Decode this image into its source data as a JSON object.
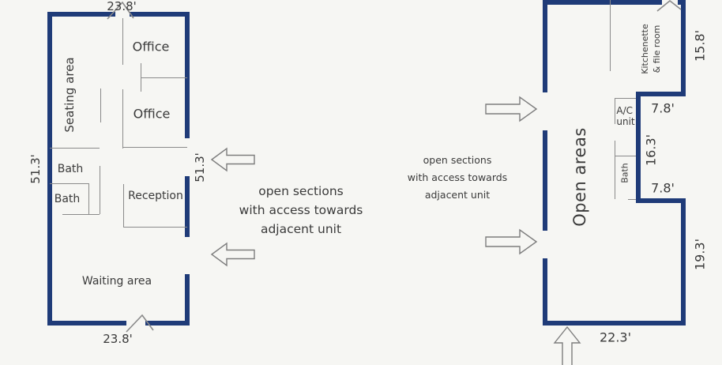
{
  "colors": {
    "background": "#f6f6f3",
    "wall": "#1f3b78",
    "thin_line": "#8a8a8a",
    "text": "#3a3a3a"
  },
  "left_unit": {
    "dim_top": "23.8'",
    "dim_bottom": "23.8'",
    "dim_left": "51.3'",
    "dim_right": "51.3'",
    "seating_area": "Seating area",
    "office_top": "Office",
    "office_bottom": "Office",
    "bath_top": "Bath",
    "bath_bottom": "Bath",
    "reception": "Reception",
    "waiting_area": "Waiting area"
  },
  "right_unit": {
    "open_areas": "Open areas",
    "kitchenette_line1": "Kitchenette",
    "kitchenette_line2": "& file room",
    "ac_line1": "A/C",
    "ac_line2": "unit",
    "bath": "Bath",
    "dim_right_top": "15.8'",
    "dim_notch_top": "7.8'",
    "dim_notch_mid": "16.3'",
    "dim_notch_bottom": "7.8'",
    "dim_right_bottom": "19.3'",
    "dim_bottom": "22.3'"
  },
  "notes": {
    "left": [
      "open sections",
      "with access towards",
      "adjacent unit"
    ],
    "right": [
      "open sections",
      "with access towards",
      "adjacent unit"
    ]
  }
}
